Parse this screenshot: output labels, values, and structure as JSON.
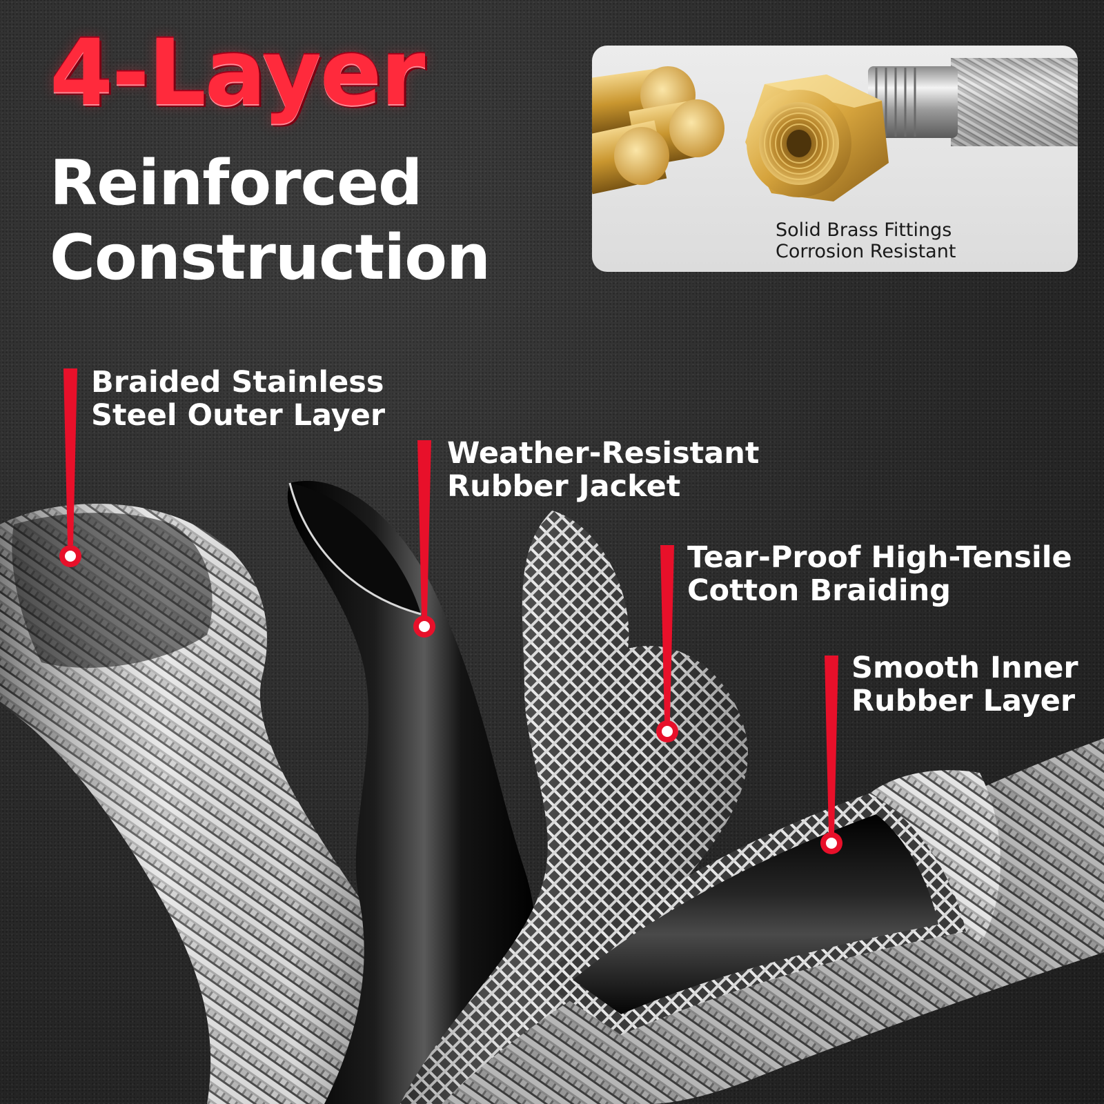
{
  "headline": {
    "line1": "4-Layer",
    "line2": "Reinforced",
    "line3": "Construction"
  },
  "brass_card": {
    "caption_line1": "Solid Brass Fittings",
    "caption_line2": "Corrosion Resistant"
  },
  "callouts": [
    {
      "line1": "Braided Stainless",
      "line2": "Steel Outer Layer"
    },
    {
      "line1": "Weather-Resistant",
      "line2": "Rubber Jacket"
    },
    {
      "line1": "Tear-Proof High-Tensile",
      "line2": "Cotton Braiding"
    },
    {
      "line1": "Smooth Inner",
      "line2": "Rubber Layer"
    }
  ],
  "colors": {
    "accent_red": "#e8102a",
    "brass": "#c9962f",
    "steel": "#b9b9b9",
    "rubber": "#0c0c0c"
  }
}
